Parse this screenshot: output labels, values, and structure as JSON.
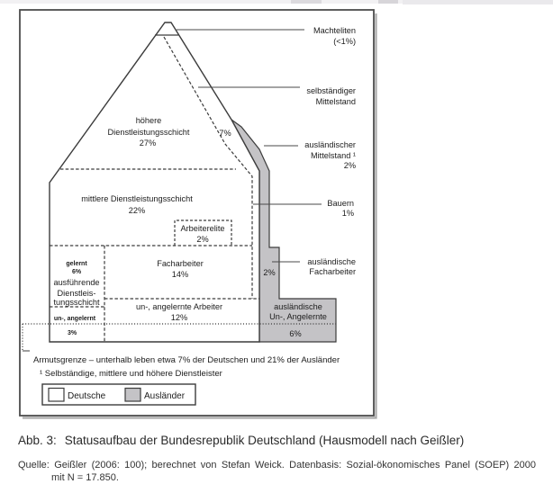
{
  "page": {
    "caption_label": "Abb. 3:",
    "caption_title": "Statusaufbau der Bundesrepublik Deutschland (Hausmodell nach Geißler)",
    "source_line1": "Quelle: Geißler (2006: 100); berechnet von Stefan Weick. Datenbasis: Sozial-ökonomisches Panel (SOEP) 2000",
    "source_line2": "mit N = 17.850."
  },
  "figure": {
    "colors": {
      "foreigner_gray": "#c4c3c6",
      "line": "#3c3c3c"
    },
    "house": {
      "machteliten": "Machteliten",
      "machteliten_pct": "(<1%)",
      "selbst1": "selbständiger",
      "selbst2": "Mittelstand",
      "selbst_pct": "7%",
      "hoehere1": "höhere",
      "hoehere2": "Dienstleistungsschicht",
      "hoehere_pct": "27%",
      "mittlere": "mittlere Dienstleistungsschicht",
      "mittlere_pct": "22%",
      "arbeiterelite": "Arbeiterelite",
      "arbeiterelite_pct": "2%",
      "facharbeiter": "Facharbeiter",
      "facharbeiter_pct": "14%",
      "gelernt": "gelernt",
      "gelernt_pct": "6%",
      "ausf1": "ausführende",
      "ausf2": "Dienstleis-",
      "ausf3": "tungsschicht",
      "unang": "un-, angelernt",
      "unang_pct": "3%",
      "unang_arb": "un-, angelernte Arbeiter",
      "unang_arb_pct": "12%",
      "ausl_mitt1": "ausländischer",
      "ausl_mitt2": "Mittelstand ¹",
      "ausl_mitt_pct": "2%",
      "bauern": "Bauern",
      "bauern_pct": "1%",
      "ausl_fach1": "ausländische",
      "ausl_fach2": "Facharbeiter",
      "ausl_fach_pct": "2%",
      "ausl_un1": "ausländische",
      "ausl_un2": "Un-, Angelernte",
      "ausl_un_pct": "6%"
    },
    "footnote_armut": "Armutsgrenze – unterhalb leben etwa 7% der Deutschen und 21% der Ausländer",
    "footnote_1": "¹ Selbständige, mittlere und höhere Dienstleister",
    "legend": {
      "deutsche": "Deutsche",
      "auslaender": "Ausländer"
    }
  }
}
